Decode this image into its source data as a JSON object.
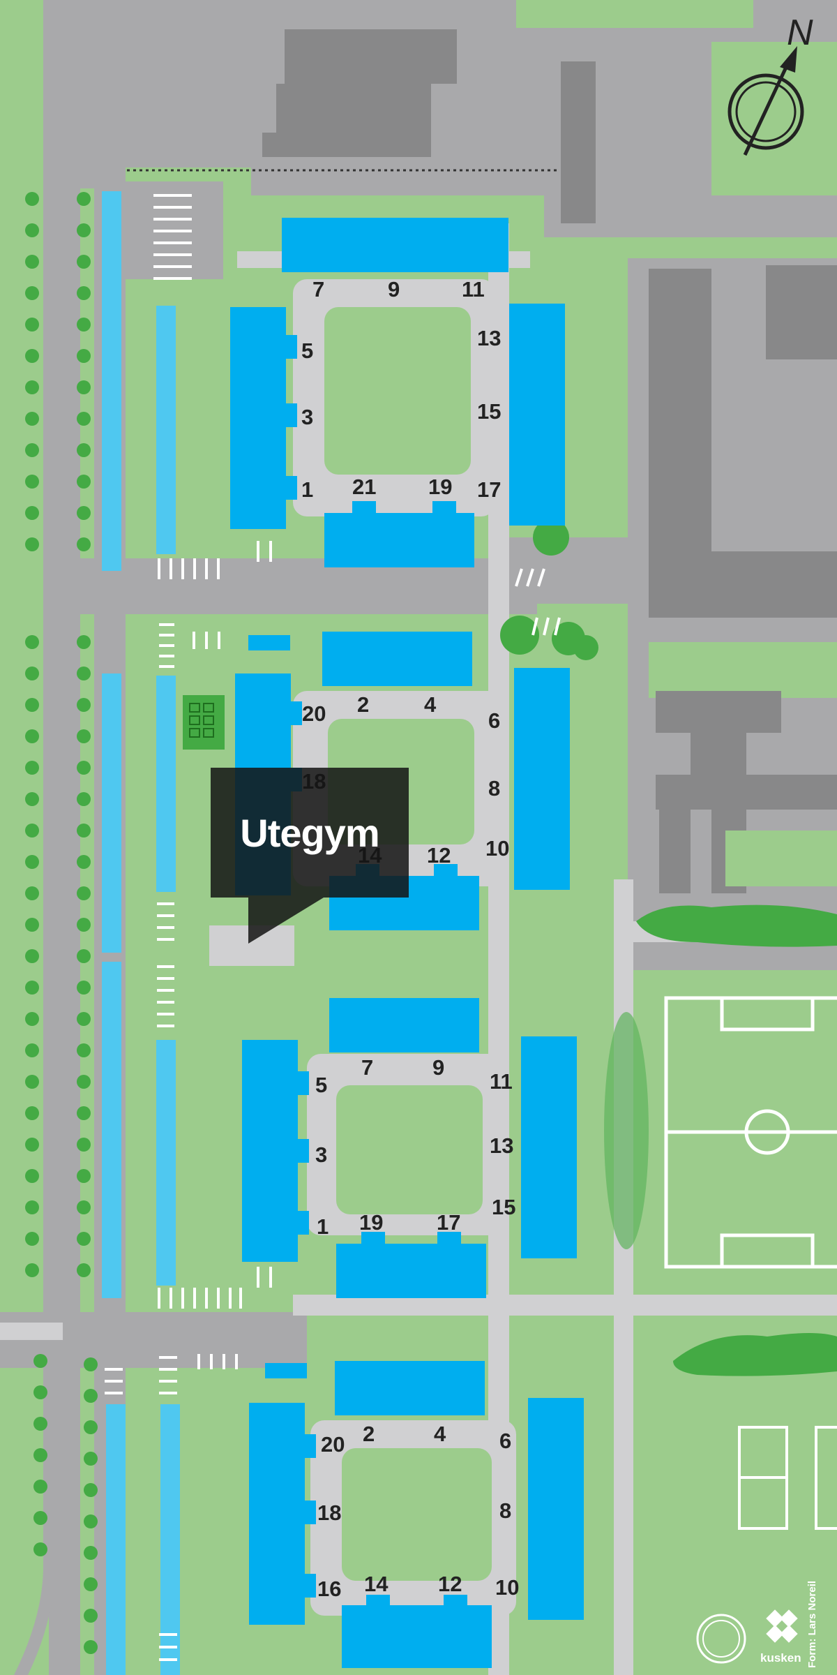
{
  "map": {
    "colors": {
      "lawn": "#9ccc8c",
      "lawn_dark": "#44aa44",
      "road": "#a9a9ab",
      "path": "#d0d0d2",
      "building_other": "#888889",
      "building_highlight": "#00aeef",
      "carport": "#4fc8f0",
      "callout_bg": "#141414"
    },
    "compass_label": "N",
    "callout": {
      "label": "Utegym"
    },
    "credit": "Form: Lars Noreil",
    "logos": [
      "hsb-logo",
      "kusken-logo"
    ],
    "kusken_label": "kusken",
    "house_numbers": {
      "block1": [
        "7",
        "9",
        "11",
        "5",
        "3",
        "1",
        "13",
        "15",
        "17",
        "21",
        "19"
      ],
      "block2": [
        "20",
        "2",
        "4",
        "6",
        "18",
        "8",
        "14",
        "12",
        "10"
      ],
      "block3": [
        "7",
        "9",
        "5",
        "11",
        "3",
        "13",
        "1",
        "19",
        "17",
        "15"
      ],
      "block4": [
        "20",
        "2",
        "4",
        "6",
        "18",
        "8",
        "16",
        "14",
        "12",
        "10"
      ]
    }
  }
}
